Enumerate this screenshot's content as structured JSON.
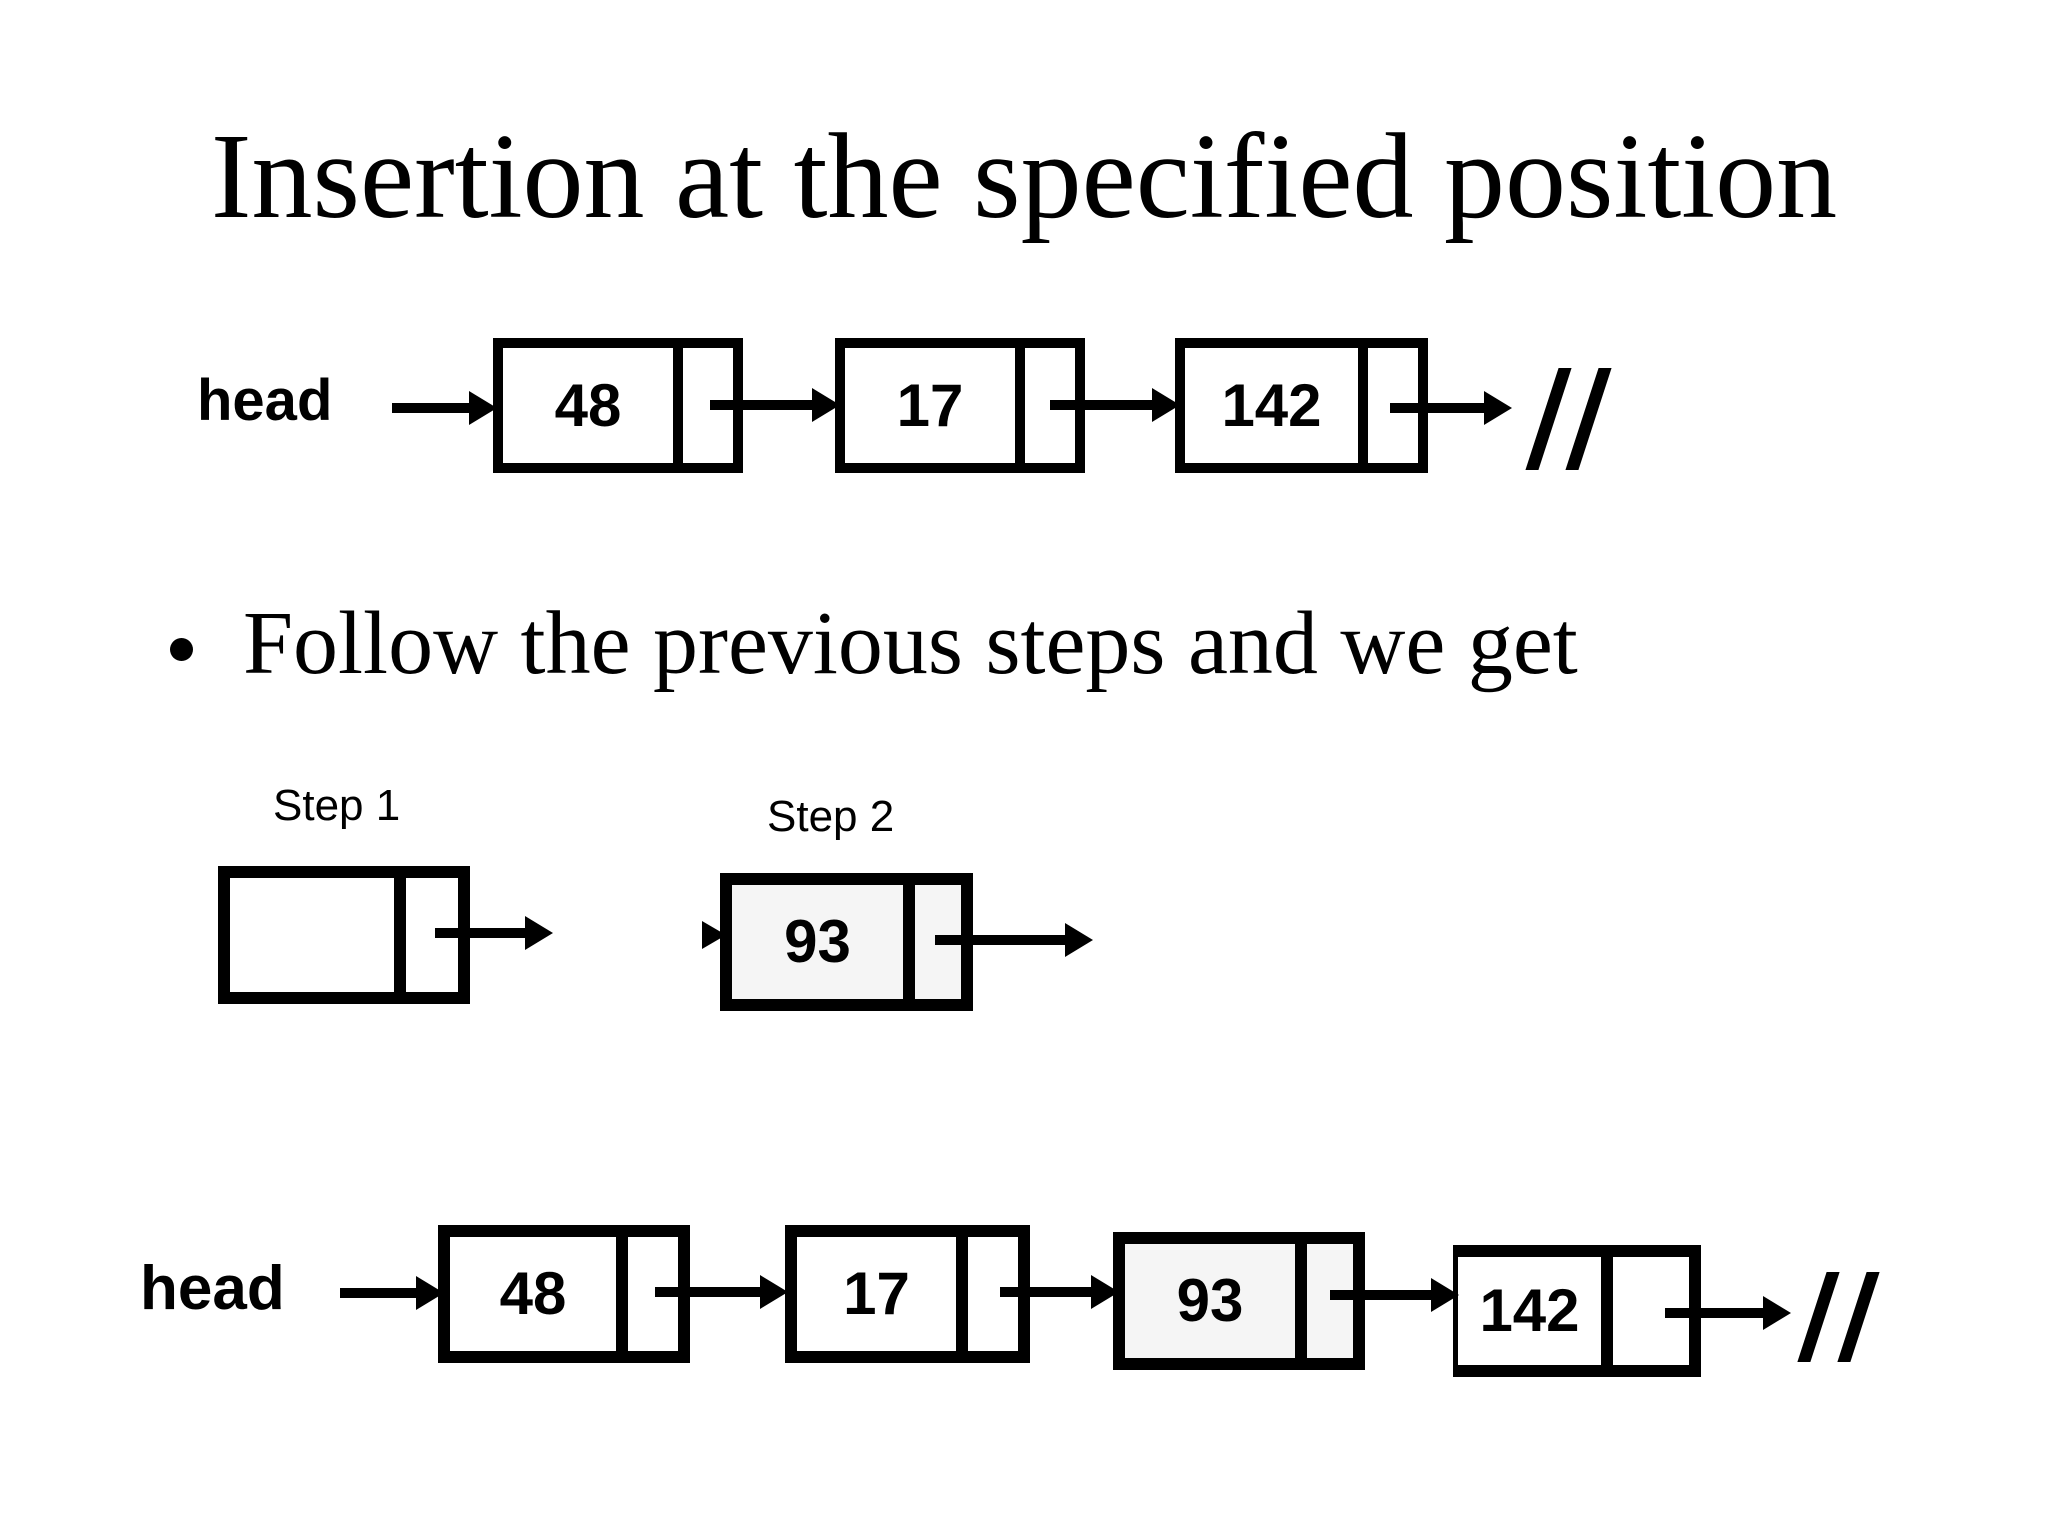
{
  "slide": {
    "title": "Insertion at the specified position",
    "bullet_text": "Follow the previous steps and we get",
    "null_marker": "//"
  },
  "top_list": {
    "head_label": "head",
    "nodes": [
      {
        "value": "48"
      },
      {
        "value": "17"
      },
      {
        "value": "142"
      }
    ]
  },
  "steps": [
    {
      "label": "Step 1",
      "value": ""
    },
    {
      "label": "Step 2",
      "value": "93"
    }
  ],
  "bottom_list": {
    "head_label": "head",
    "nodes": [
      {
        "value": "48"
      },
      {
        "value": "17"
      },
      {
        "value": "93"
      },
      {
        "value": "142"
      }
    ]
  },
  "colors": {
    "ink": "#000000",
    "paper": "#ffffff"
  }
}
